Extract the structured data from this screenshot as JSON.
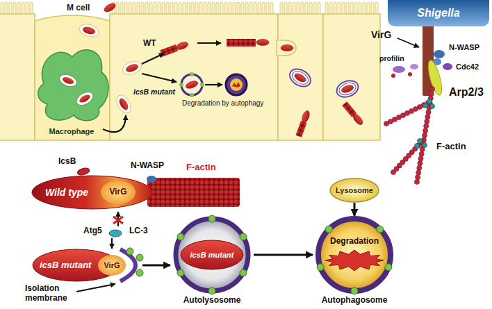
{
  "diagram": {
    "nodes": [
      {
        "text": [
          "Macrophage"
        ]
      },
      {
        "text": [
          "Shigella"
        ]
      },
      {
        "text": [
          "Wild type"
        ]
      },
      {
        "text": [
          "VirG"
        ],
        "in": 2
      },
      {
        "text": [
          "icsB mutant"
        ]
      },
      {
        "text": [
          "VirG"
        ],
        "in": 4
      },
      {
        "text": [
          "Autolysosome"
        ]
      },
      {
        "text": [
          "icsB mutant"
        ],
        "in": 6
      },
      {
        "text": [
          "Lysosome"
        ]
      },
      {
        "text": [
          "Autophagosome"
        ]
      },
      {
        "text": [
          "Degradation"
        ],
        "in": 9
      }
    ],
    "edges": [
      {
        "from": 4,
        "to": 6,
        "arrow": "to"
      },
      {
        "from": 6,
        "to": 9,
        "arrow": "to"
      },
      {
        "from": 8,
        "to": 9,
        "arrow": "to"
      }
    ],
    "labels": [
      "M cell",
      "WT",
      "icsB mutant",
      "Degradation by autophagy",
      "VirG",
      "profilin",
      "N-WASP",
      "Cdc42",
      "Arp2/3",
      "F-actin",
      "IcsB",
      "N-WASP",
      "F-actin",
      "Atg5",
      "LC-3",
      "Isolation membrane"
    ]
  }
}
